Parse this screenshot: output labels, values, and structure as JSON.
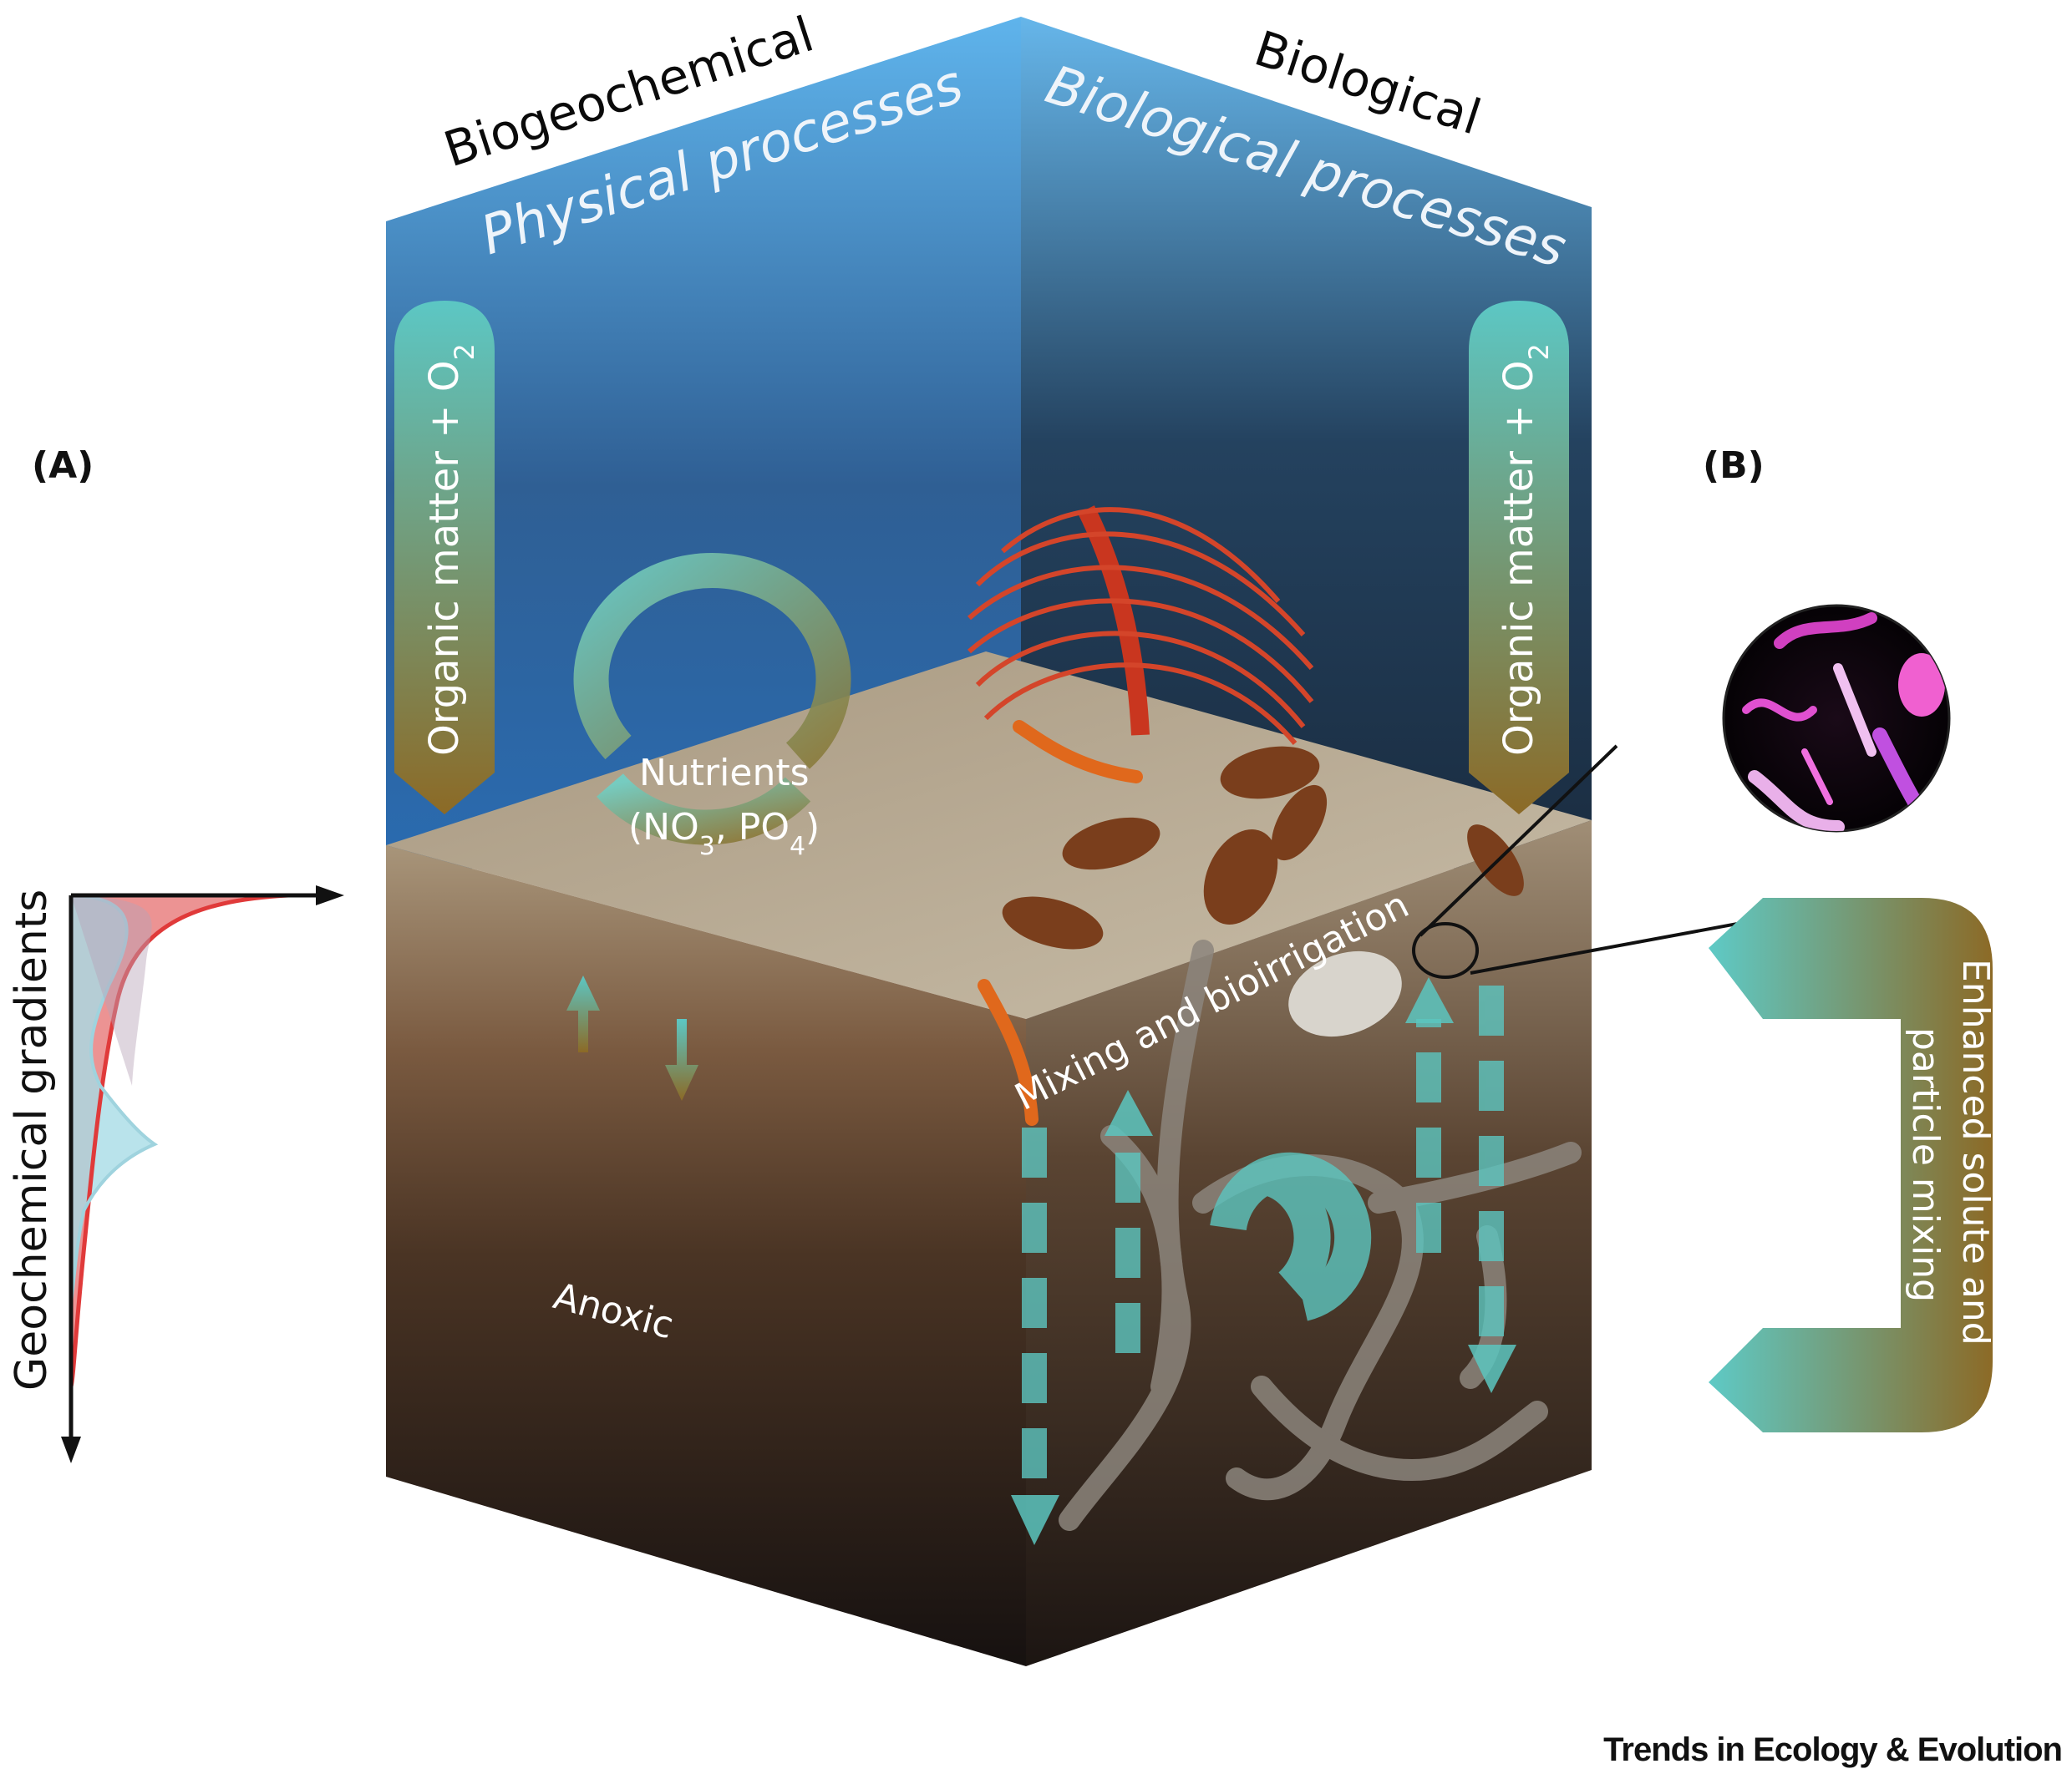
{
  "panels": {
    "a": "(A)",
    "b": "(B)"
  },
  "headers": {
    "left_black": "Biogeochemical",
    "left_white": "Physical processes",
    "right_black": "Biological",
    "right_white": "Biological processes"
  },
  "arrows": {
    "left_input": {
      "text": "Organic matter + O",
      "sub": "2"
    },
    "right_input": {
      "text": "Organic matter + O",
      "sub": "2"
    }
  },
  "nutrients": {
    "line1": "Nutrients",
    "line2_parts": [
      "(NO",
      "3",
      ", PO",
      "4",
      ")"
    ]
  },
  "mixing_label": "Mixing and bioirrigation",
  "anoxic_label": "Anoxic",
  "side_axis_label": "Geochemical gradients",
  "enhanced": {
    "line1": "Enhanced solute and",
    "line2": "particle mixing"
  },
  "credit": "Trends in Ecology & Evolution",
  "colors": {
    "water_top": "#5aaee6",
    "water_bottom": "#1e3a5c",
    "sediment_top": "#bcae9a",
    "sediment_bottom": "#161210",
    "arrow_teal": "#5cc6c6",
    "arrow_olive": "#8a6a28",
    "oxygen_red": "#e04a4a",
    "profile_blue": "#a8dce6"
  }
}
